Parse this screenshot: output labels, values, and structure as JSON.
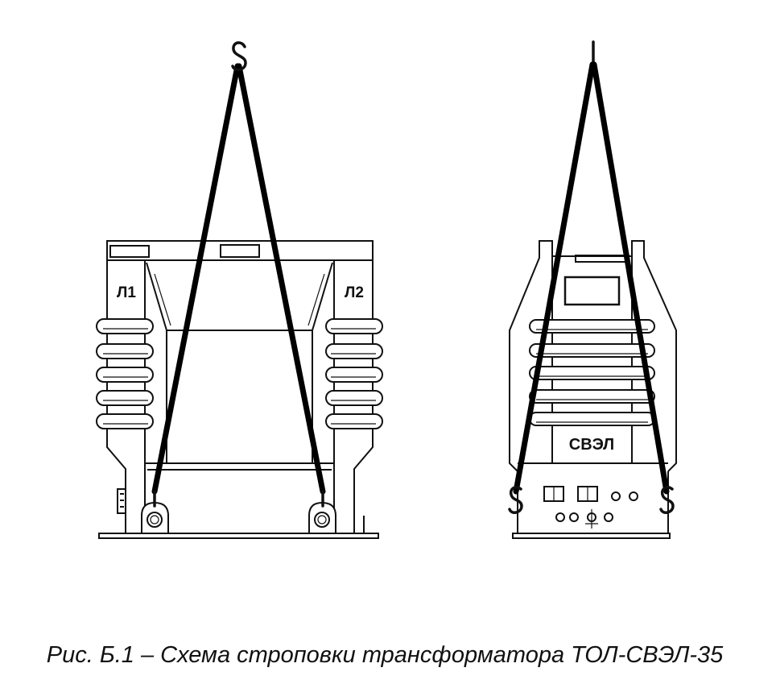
{
  "figure": {
    "caption": "Рис. Б.1 – Схема строповки трансформатора ТОЛ-СВЭЛ-35",
    "front_view": {
      "terminal_left": "Л1",
      "terminal_right": "Л2"
    },
    "side_view": {
      "logo": "СВЭЛ"
    }
  }
}
